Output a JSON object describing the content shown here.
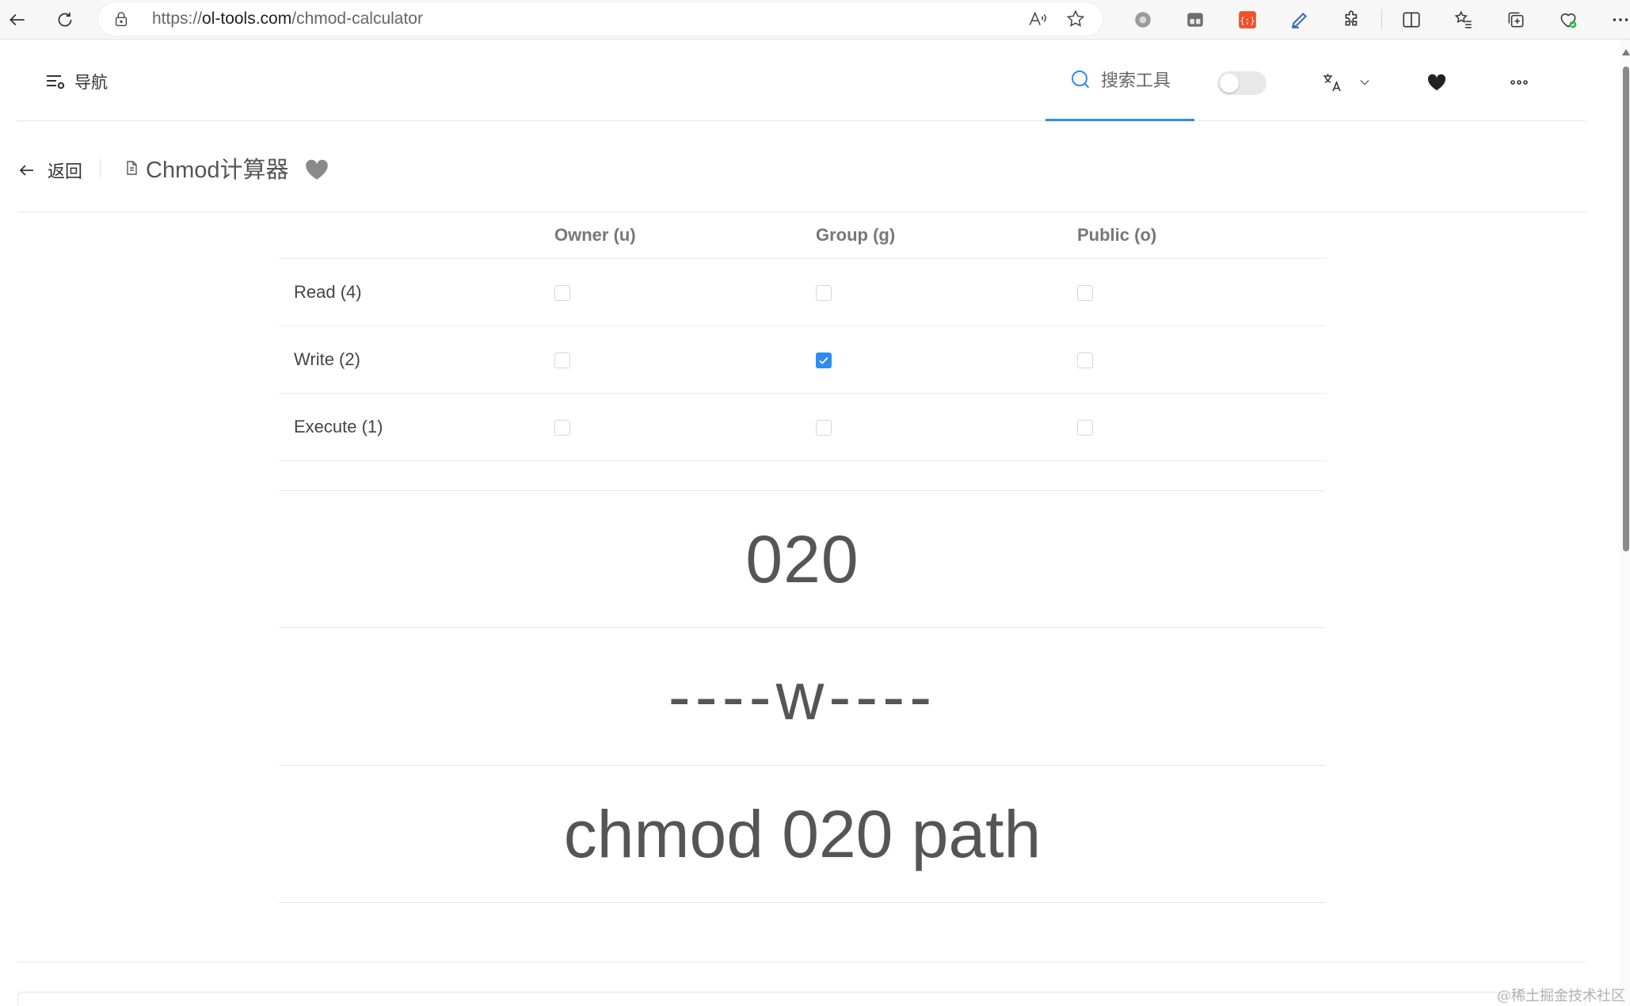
{
  "browser": {
    "url_prefix": "https://",
    "url_host": "ol-tools.com",
    "url_path": "/chmod-calculator"
  },
  "header": {
    "nav_label": "导航",
    "search_label": "搜索工具"
  },
  "title_row": {
    "back_label": "返回",
    "page_title": "Chmod计算器"
  },
  "table": {
    "columns": [
      "Owner (u)",
      "Group (g)",
      "Public (o)"
    ],
    "rows": [
      {
        "label": "Read (4)",
        "checked": [
          false,
          false,
          false
        ]
      },
      {
        "label": "Write (2)",
        "checked": [
          false,
          true,
          false
        ]
      },
      {
        "label": "Execute (1)",
        "checked": [
          false,
          false,
          false
        ]
      }
    ]
  },
  "result": {
    "octal": "020",
    "symbolic": "----w----",
    "command": "chmod 020 path"
  },
  "watermark": "@稀土掘金技术社区",
  "colors": {
    "accent": "#2d8cf0",
    "text_muted": "#777777"
  }
}
